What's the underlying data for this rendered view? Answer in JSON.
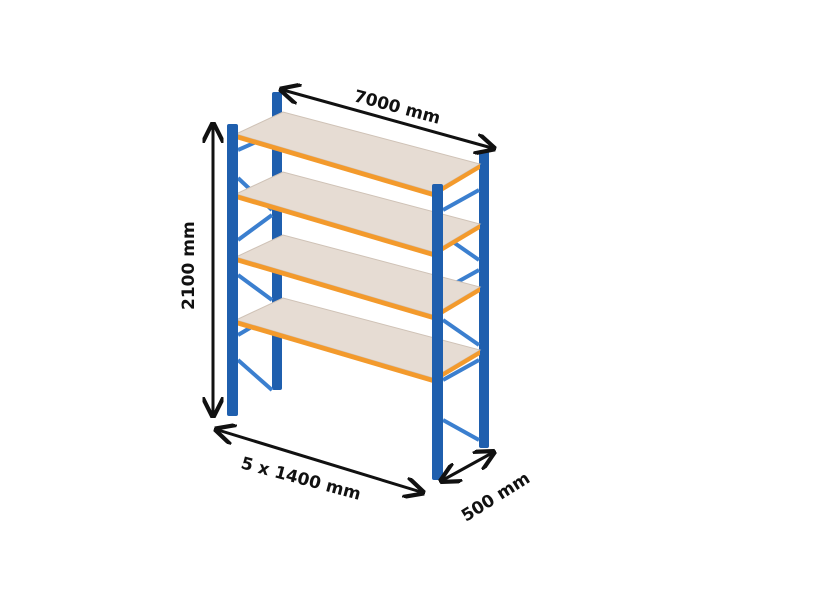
{
  "diagram": {
    "dimensions": {
      "length": "7000 mm",
      "height": "2100 mm",
      "bay_width": "5 x 1400 mm",
      "depth": "500 mm"
    },
    "shelf_levels": 4,
    "colors": {
      "upright": "#1f5fae",
      "upright_light": "#3b7fcf",
      "beam": "#f39a2c",
      "deck": "#e6dcd3",
      "deck_edge": "#cfc2b6",
      "dimension_line": "#111111"
    }
  }
}
